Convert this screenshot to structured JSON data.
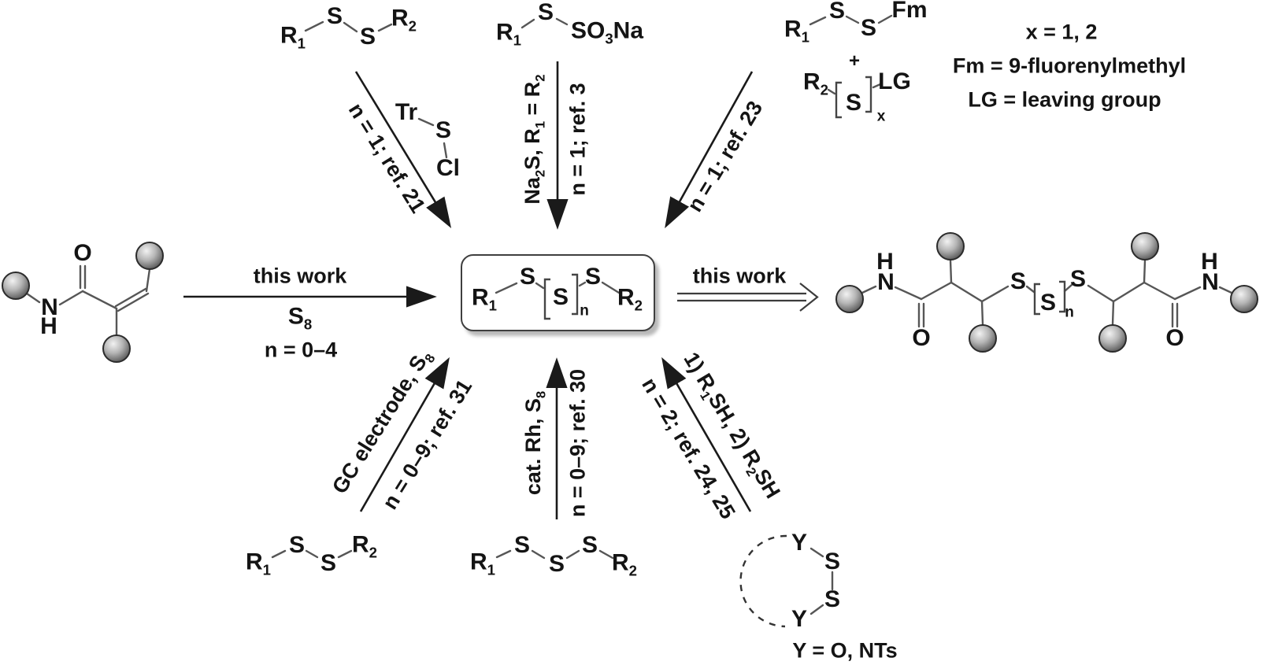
{
  "center": {
    "r1": "R_{1}",
    "s1": "S",
    "s_n": "S",
    "n": "n",
    "s2": "S",
    "r2": "R_{2}"
  },
  "monomer": {
    "n": "N",
    "h": "H",
    "o": "O"
  },
  "polymer": {
    "h_left": "H",
    "n_left": "N",
    "o_left": "O",
    "s_left": "S",
    "s_mid": "S",
    "n_sub": "n",
    "s_right": "S",
    "o_right": "O",
    "n_right": "N",
    "h_right": "H"
  },
  "routes": {
    "this_work_forward": {
      "label": "this work",
      "reagent": "S_{8}",
      "scope": "n = 0–4"
    },
    "this_work_product": {
      "label": "this work"
    },
    "trityl": {
      "scope": "n = 1; ref. 21",
      "reagent": {
        "tr": "Tr",
        "s": "S",
        "cl": "Cl"
      },
      "substrate": {
        "r1": "R_{1}",
        "s1": "S",
        "s2": "S",
        "r2": "R_{2}"
      }
    },
    "bunte": {
      "reagent": "Na_{2}S, R_{1} = R_{2}",
      "scope": "n = 1; ref. 3",
      "substrate": {
        "r1": "R_{1}",
        "s": "S",
        "so3na": "SO_{3}Na"
      }
    },
    "fluorenylmethyl": {
      "scope": "n = 1; ref. 23",
      "plus": "+",
      "substrate_a": {
        "r1": "R_{1}",
        "s1": "S",
        "s2": "S",
        "fm": "Fm"
      },
      "substrate_b": {
        "r2": "R_{2}",
        "s": "S",
        "x": "x",
        "lg": "LG"
      },
      "legend": {
        "x": "x = 1, 2",
        "fm": "Fm = 9-fluorenylmethyl",
        "lg": "LG = leaving group"
      }
    },
    "electrochemical": {
      "reagent": "GC electrode, S_{8}",
      "scope": "n = 0–9; ref. 31",
      "substrate": {
        "r1": "R_{1}",
        "s1": "S",
        "s2": "S",
        "r2": "R_{2}"
      }
    },
    "rhodium": {
      "reagent": "cat. Rh, S_{8}",
      "scope": "n = 0–9; ref. 30",
      "substrate": {
        "r1": "R_{1}",
        "s1": "S",
        "s2": "S",
        "s3": "S",
        "r2": "R_{2}"
      }
    },
    "thiol_exchange": {
      "reagent": "1) R_{1}SH, 2) R_{2}SH",
      "scope": "n = 2; ref. 24, 25",
      "substrate": {
        "y_top": "Y",
        "s1": "S",
        "s2": "S",
        "y_bottom": "Y"
      },
      "legend": "Y = O, NTs"
    }
  }
}
